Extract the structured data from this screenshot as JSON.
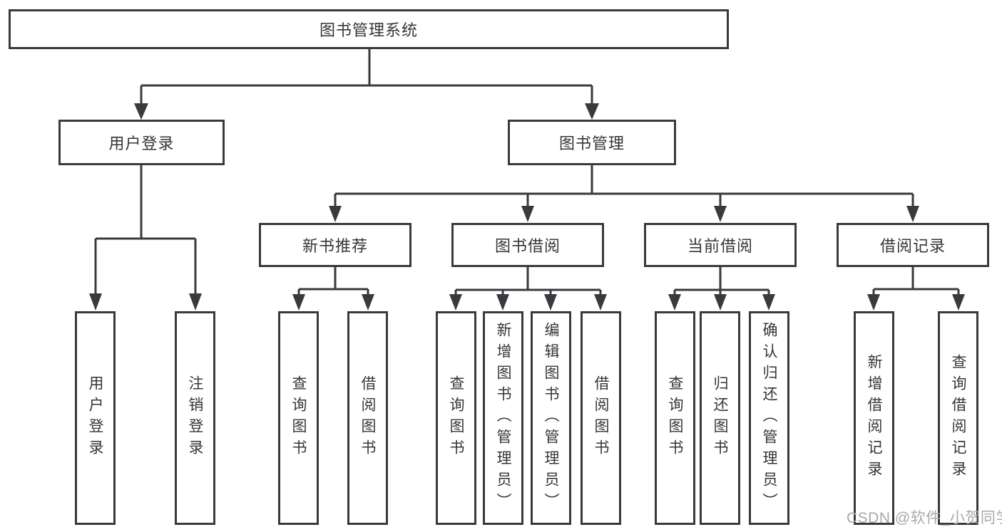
{
  "nodes": {
    "root": "图书管理系统",
    "level2": [
      "用户登录",
      "图书管理"
    ],
    "level3": [
      "新书推荐",
      "图书借阅",
      "当前借阅",
      "借阅记录"
    ],
    "leaves": {
      "login": [
        "用户登录",
        "注销登录"
      ],
      "recommend": [
        "查询图书",
        "借阅图书"
      ],
      "borrow": [
        "查询图书",
        "新增图书（管理员）",
        "编辑图书（管理员）",
        "借阅图书"
      ],
      "current": [
        "查询图书",
        "归还图书",
        "确认归还（管理员）"
      ],
      "records": [
        "新增借阅记录",
        "查询借阅记录"
      ]
    }
  },
  "watermark": "CSDN @软件_小贺同学",
  "colors": {
    "line": "#3a3a3e",
    "text": "#36363a",
    "watermark": "#a9a9ad",
    "background": "#ffffff"
  }
}
